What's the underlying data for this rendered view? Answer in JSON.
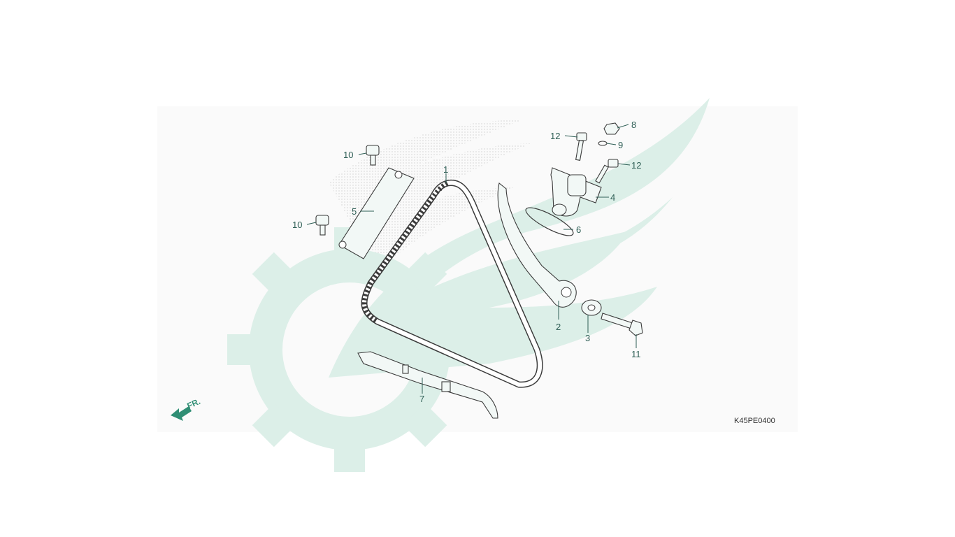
{
  "diagram": {
    "code": "K45PE0400",
    "front_arrow_label": "FR.",
    "colors": {
      "accent": "#2f8e74",
      "leader": "#2f5f56",
      "watermark": "#d9ece6",
      "outline": "#3b3b3b"
    },
    "callouts": [
      {
        "id": "1",
        "label": "1"
      },
      {
        "id": "2",
        "label": "2"
      },
      {
        "id": "3",
        "label": "3"
      },
      {
        "id": "4",
        "label": "4"
      },
      {
        "id": "5",
        "label": "5"
      },
      {
        "id": "6",
        "label": "6"
      },
      {
        "id": "7",
        "label": "7"
      },
      {
        "id": "8",
        "label": "8"
      },
      {
        "id": "9",
        "label": "9"
      },
      {
        "id": "10a",
        "label": "10"
      },
      {
        "id": "10b",
        "label": "10"
      },
      {
        "id": "11",
        "label": "11"
      },
      {
        "id": "12a",
        "label": "12"
      },
      {
        "id": "12b",
        "label": "12"
      }
    ]
  }
}
